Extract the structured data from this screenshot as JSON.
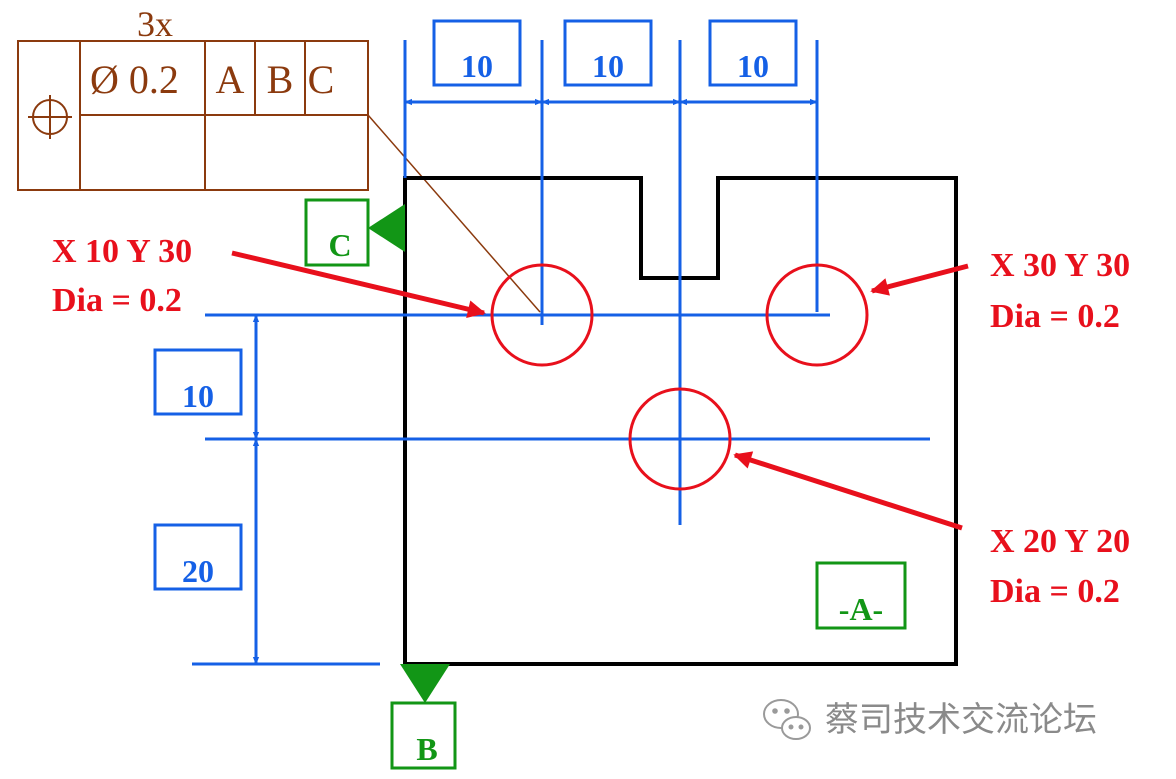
{
  "colors": {
    "frame": "#8B3A0E",
    "dimension": "#1560E6",
    "datum": "#129616",
    "callout": "#E8101C",
    "part": "#000000",
    "watermark": "#8a8a8a"
  },
  "feature_control_frame": {
    "multiplier": "3x",
    "symbol_icon": "position-symbol-icon",
    "tolerance": "Ø 0.2",
    "datums": [
      "A",
      "B",
      "C"
    ]
  },
  "dimensions": {
    "top": [
      "10",
      "10",
      "10"
    ],
    "left": [
      "10",
      "20"
    ]
  },
  "datum_labels": {
    "c": "C",
    "b": "B",
    "a": "-A-"
  },
  "holes": [
    {
      "coord": "X 10 Y 30",
      "dia": "Dia = 0.2"
    },
    {
      "coord": "X 30 Y 30",
      "dia": "Dia = 0.2"
    },
    {
      "coord": "X 20 Y 20",
      "dia": "Dia = 0.2"
    }
  ],
  "watermark": {
    "icon": "wechat-icon",
    "text": "蔡司技术交流论坛"
  }
}
